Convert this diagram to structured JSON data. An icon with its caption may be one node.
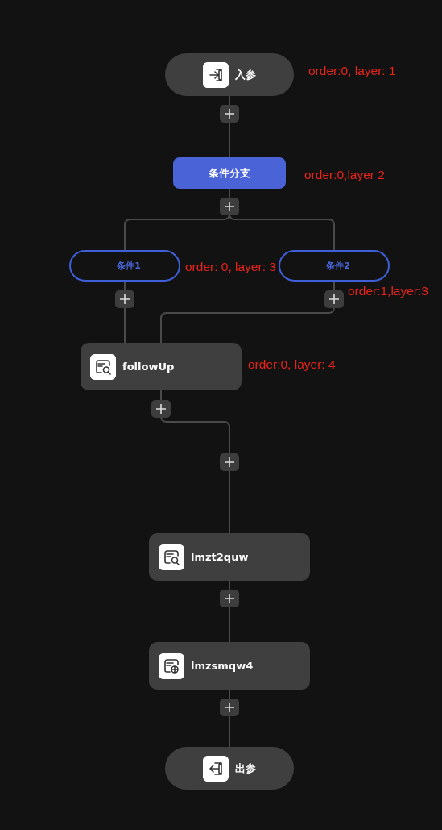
{
  "diagram": {
    "nodes": [
      {
        "text": [
          "入参"
        ],
        "beside": [
          "order:0, layer: 1"
        ]
      },
      {
        "text": [
          "条件分支"
        ],
        "beside": [
          "order:0,layer 2"
        ]
      },
      {
        "text": [
          "条件1"
        ],
        "beside": [
          "order: 0, layer: 3"
        ]
      },
      {
        "text": [
          "条件2"
        ],
        "beside": [
          "order:1,layer:3"
        ]
      },
      {
        "text": [
          "followUp"
        ],
        "beside": [
          "order:0, layer: 4"
        ]
      },
      {
        "text": [
          "lmzt2quw"
        ]
      },
      {
        "text": [
          "lmzsmqw4"
        ]
      },
      {
        "text": [
          "出参"
        ]
      }
    ],
    "edges": [
      {
        "from": 0,
        "to": 1,
        "arrow": "none"
      },
      {
        "from": 1,
        "to": 2,
        "arrow": "none"
      },
      {
        "from": 1,
        "to": 3,
        "arrow": "none"
      },
      {
        "from": 2,
        "to": 4,
        "arrow": "none"
      },
      {
        "from": 3,
        "to": 4,
        "arrow": "none"
      },
      {
        "from": 4,
        "to": 5,
        "arrow": "none"
      },
      {
        "from": 5,
        "to": 6,
        "arrow": "none"
      },
      {
        "from": 6,
        "to": 7,
        "arrow": "none"
      }
    ]
  }
}
